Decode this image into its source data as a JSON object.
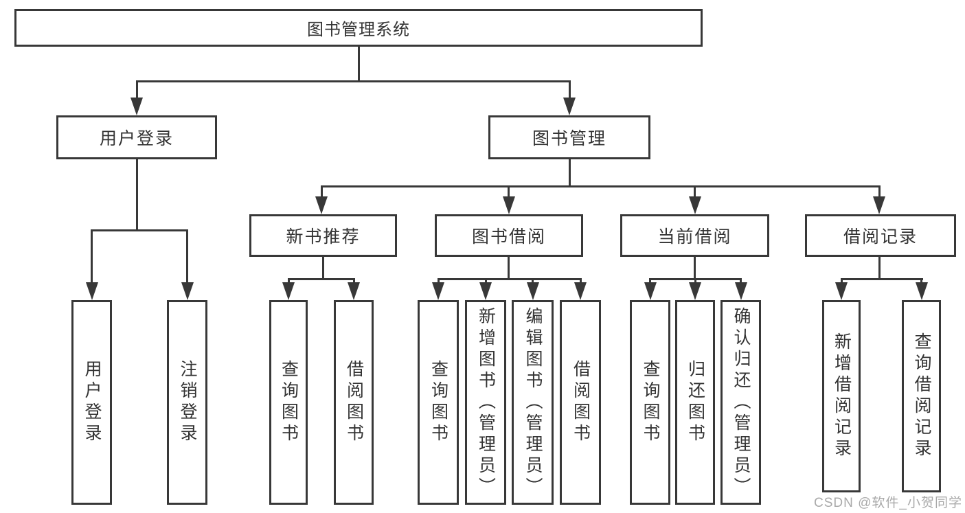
{
  "diagram": {
    "title": "图书管理系统",
    "level2": [
      {
        "label": "用户登录"
      },
      {
        "label": "图书管理"
      }
    ],
    "level3": [
      {
        "label": "新书推荐"
      },
      {
        "label": "图书借阅"
      },
      {
        "label": "当前借阅"
      },
      {
        "label": "借阅记录"
      }
    ],
    "leaves": {
      "user_login": [
        {
          "label": "用户登录"
        },
        {
          "label": "注销登录"
        }
      ],
      "new_book": [
        {
          "label": "查询图书"
        },
        {
          "label": "借阅图书"
        }
      ],
      "book_borrow": [
        {
          "label": "查询图书"
        },
        {
          "label": "新增图书（管理员）"
        },
        {
          "label": "编辑图书（管理员）"
        },
        {
          "label": "借阅图书"
        }
      ],
      "current_borrow": [
        {
          "label": "查询图书"
        },
        {
          "label": "归还图书"
        },
        {
          "label": "确认归还（管理员）"
        }
      ],
      "borrow_record": [
        {
          "label": "新增借阅记录"
        },
        {
          "label": "查询借阅记录"
        }
      ]
    },
    "watermark": "CSDN @软件_小贺同学",
    "colors": {
      "line": "#383838",
      "text": "#333333",
      "watermark": "#a9a9a9",
      "background": "#ffffff"
    }
  }
}
